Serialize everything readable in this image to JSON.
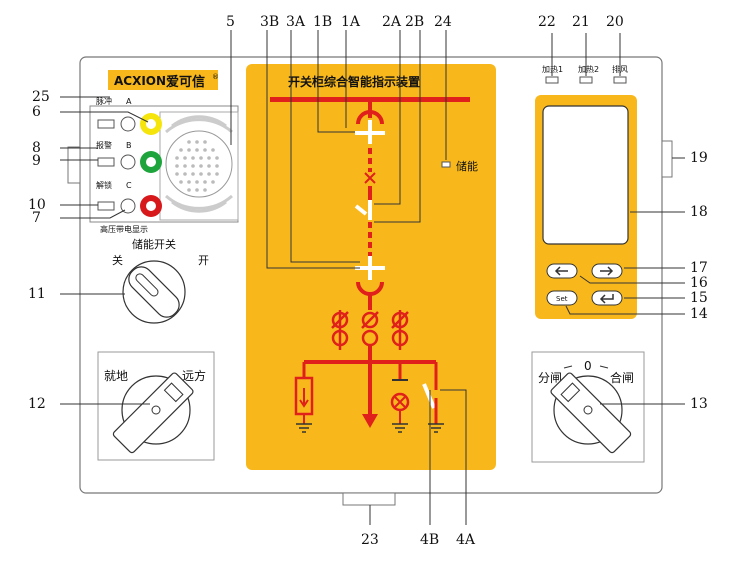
{
  "callouts": {
    "n1A": "1A",
    "n1B": "1B",
    "n2A": "2A",
    "n2B": "2B",
    "n3A": "3A",
    "n3B": "3B",
    "n4A": "4A",
    "n4B": "4B",
    "n5": "5",
    "n6": "6",
    "n7": "7",
    "n8": "8",
    "n9": "9",
    "n10": "10",
    "n11": "11",
    "n12": "12",
    "n13": "13",
    "n14": "14",
    "n15": "15",
    "n16": "16",
    "n17": "17",
    "n18": "18",
    "n19": "19",
    "n20": "20",
    "n21": "21",
    "n22": "22",
    "n23": "23",
    "n24": "24",
    "n25": "25"
  },
  "brand": {
    "logo_text": "ACXION",
    "name": "爱可信",
    "reg": "®"
  },
  "indicators": {
    "pulse": "脉冲",
    "pulse_phase": "A",
    "alarm": "报警",
    "alarm_phase": "B",
    "unlock": "解锁",
    "unlock_phase": "C",
    "hv_display": "高压带电显示"
  },
  "storage_switch": {
    "title": "储能开关",
    "off": "关",
    "on": "开"
  },
  "local_remote": {
    "local": "就地",
    "remote": "远方"
  },
  "close_open": {
    "zero": "0",
    "open": "分闸",
    "close": "合闸"
  },
  "center_panel": {
    "title": "开关柜综合智能指示装置",
    "storage": "储能"
  },
  "heaters": {
    "heat1": "加热1",
    "heat2": "加热2",
    "exhaust": "排风"
  },
  "keypad": {
    "set": "Set"
  },
  "colors": {
    "panel": "#F8B81C",
    "bus": "#E0201A",
    "green": "#1DA43C",
    "yellow": "#F5E50C"
  }
}
